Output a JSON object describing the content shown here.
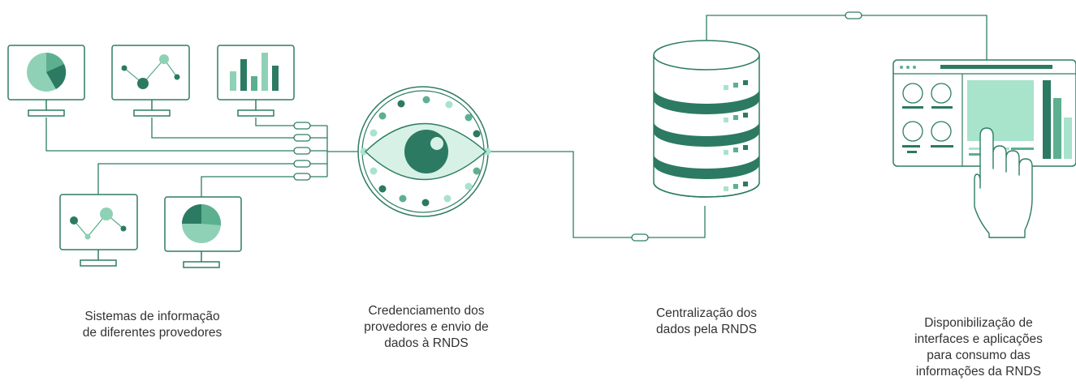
{
  "captions": {
    "sources": "Sistemas de informação\nde diferentes provedores",
    "credentialing": "Credenciamento dos\nprovedores e envio de\ndados à RNDS",
    "centralization": "Centralização dos\ndados pela RNDS",
    "availability": "Disponibilização de\ninterfaces e aplicações\npara consumo das\ninformações da RNDS"
  },
  "colors": {
    "line": "#2e7d65",
    "dark": "#2c7a62",
    "mid": "#5cb08f",
    "light": "#a8e3cc",
    "pale": "#d7f1e6",
    "text": "#333333"
  },
  "icons": [
    "monitor-pie-icon",
    "monitor-line-icon",
    "monitor-bar-icon",
    "eye-icon",
    "database-icon",
    "tablet-dashboard-icon",
    "hand-pointer-icon"
  ]
}
